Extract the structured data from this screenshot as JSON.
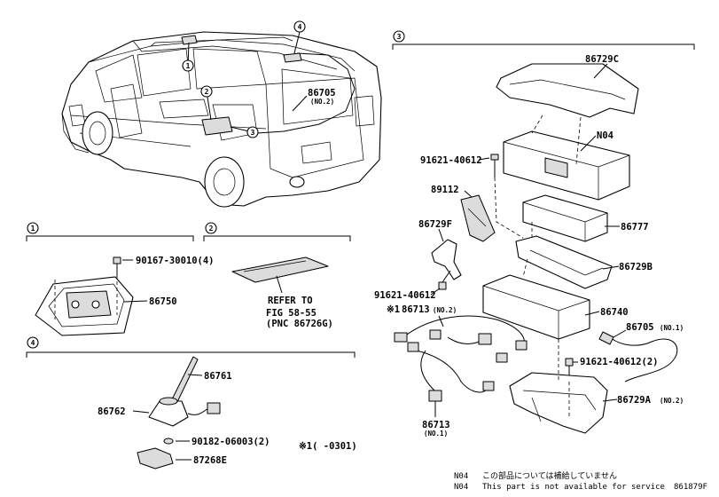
{
  "diagram_id": "861879F",
  "sections": {
    "s1": "1",
    "s2": "2",
    "s3": "3",
    "s4": "4"
  },
  "parts": {
    "p86729C": "86729C",
    "pN04": "N04",
    "p91621_top": "91621-40612",
    "p89112": "89112",
    "p86729F": "86729F",
    "p86777": "86777",
    "p86729B": "86729B",
    "p91621_mid": "91621-40612",
    "p86740": "86740",
    "p86713_ref": "86713",
    "p86713_ref_sub": "(NO.2)",
    "p86705_right": "86705",
    "p86705_right_sub": "(NO.1)",
    "p91621_low": "91621-40612(2)",
    "p86729A": "86729A",
    "p86729A_sub": "(NO.2)",
    "p86713_bottom": "86713",
    "p86713_bottom_sub": "(NO.1)",
    "p86705_car": "86705",
    "p86705_car_sub": "(NO.2)",
    "p90167": "90167-30010(4)",
    "p86750": "86750",
    "p86761": "86761",
    "p86762": "86762",
    "p90182": "90182-06003(2)",
    "p87268E": "87268E"
  },
  "refer": {
    "line1": "REFER TO",
    "line2": "FIG 58-55",
    "line3": "(PNC 86726G)"
  },
  "footnote_marker": "※1",
  "range_note": "※1(    -0301)",
  "legend": [
    {
      "code": "N04",
      "text": "この部品については補給していません"
    },
    {
      "code": "N04",
      "text": "This part is not available for service"
    }
  ]
}
